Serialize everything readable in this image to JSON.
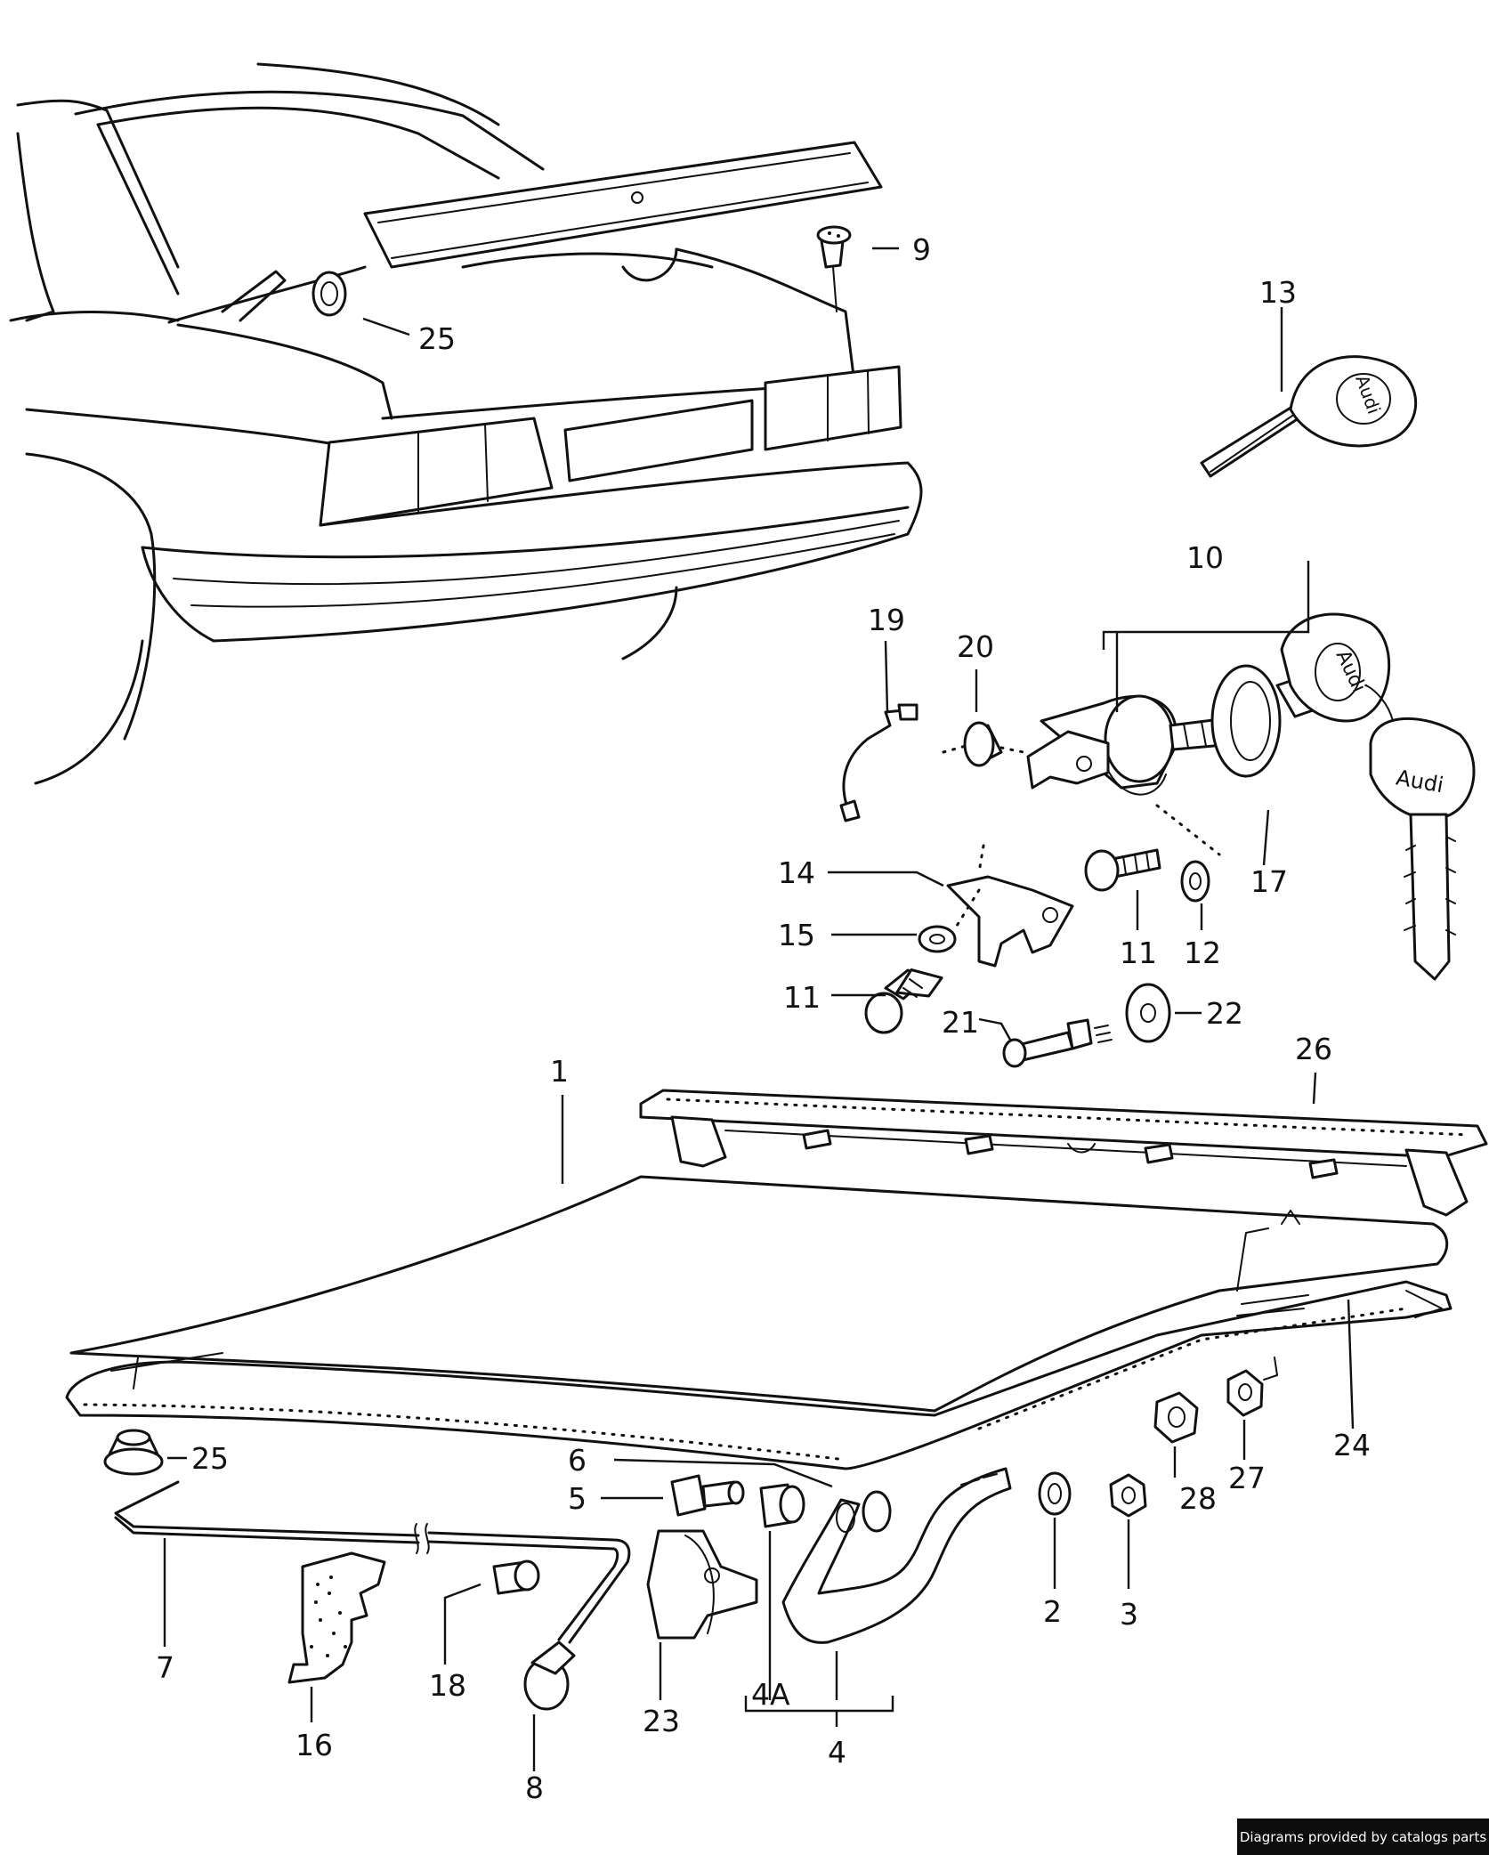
{
  "diagram": {
    "callouts": [
      {
        "id": "c1",
        "text": "1"
      },
      {
        "id": "c2",
        "text": "2"
      },
      {
        "id": "c3",
        "text": "3"
      },
      {
        "id": "c4",
        "text": "4"
      },
      {
        "id": "c4a",
        "text": "4A"
      },
      {
        "id": "c5",
        "text": "5"
      },
      {
        "id": "c6",
        "text": "6"
      },
      {
        "id": "c7",
        "text": "7"
      },
      {
        "id": "c8",
        "text": "8"
      },
      {
        "id": "c9",
        "text": "9"
      },
      {
        "id": "c10",
        "text": "10"
      },
      {
        "id": "c11a",
        "text": "11"
      },
      {
        "id": "c11b",
        "text": "11"
      },
      {
        "id": "c12",
        "text": "12"
      },
      {
        "id": "c13",
        "text": "13"
      },
      {
        "id": "c14",
        "text": "14"
      },
      {
        "id": "c15",
        "text": "15"
      },
      {
        "id": "c16",
        "text": "16"
      },
      {
        "id": "c17",
        "text": "17"
      },
      {
        "id": "c18",
        "text": "18"
      },
      {
        "id": "c19",
        "text": "19"
      },
      {
        "id": "c20",
        "text": "20"
      },
      {
        "id": "c21",
        "text": "21"
      },
      {
        "id": "c22",
        "text": "22"
      },
      {
        "id": "c23",
        "text": "23"
      },
      {
        "id": "c24",
        "text": "24"
      },
      {
        "id": "c25a",
        "text": "25"
      },
      {
        "id": "c25b",
        "text": "25"
      },
      {
        "id": "c26",
        "text": "26"
      },
      {
        "id": "c27",
        "text": "27"
      },
      {
        "id": "c28",
        "text": "28"
      }
    ],
    "key_brand": "Audi"
  },
  "credit": "Diagrams provided by catalogs parts"
}
